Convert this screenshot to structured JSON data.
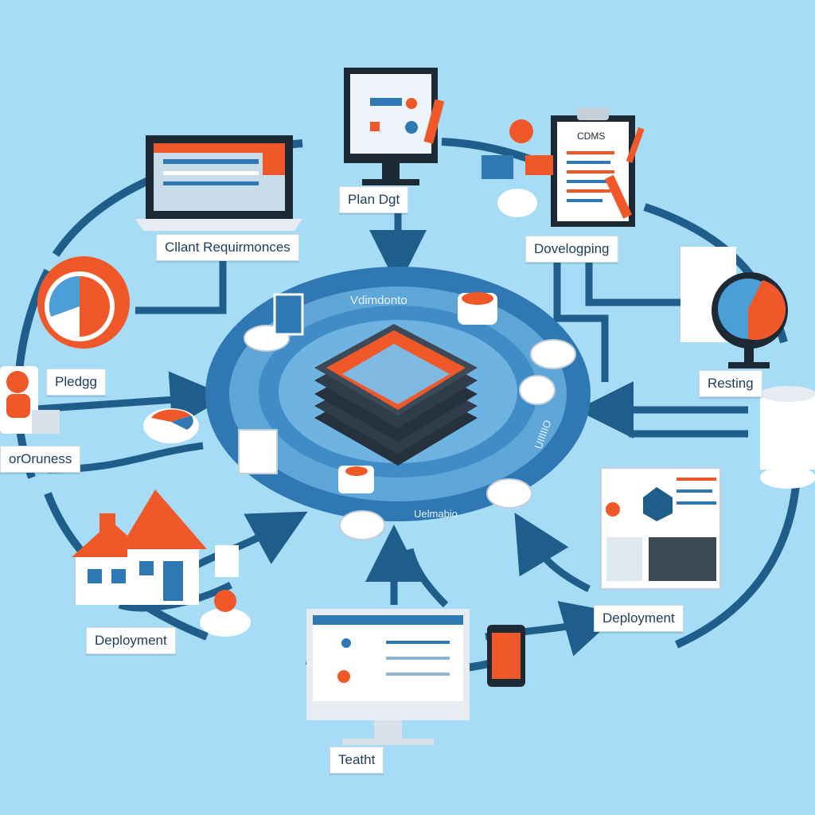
{
  "labels": {
    "plan": "Plan Dgt",
    "client_requirements": "Cllant Requirmonces",
    "developing": "Dovelogping",
    "pledge": "Pledgg",
    "progress": "orOruness",
    "resting": "Resting",
    "deployment_left": "Deployment",
    "deployment_right": "Deployment",
    "testht": "Teatht"
  },
  "ring_text": {
    "top": "Vdimdonto",
    "right": "UIIIIIO",
    "bottom": "Uelmabio"
  },
  "doc_title": "CDMS",
  "colors": {
    "background": "#a7dcf7",
    "arrow": "#1f5d8a",
    "accent": "#f0582a",
    "ring": "#2f78b3"
  }
}
